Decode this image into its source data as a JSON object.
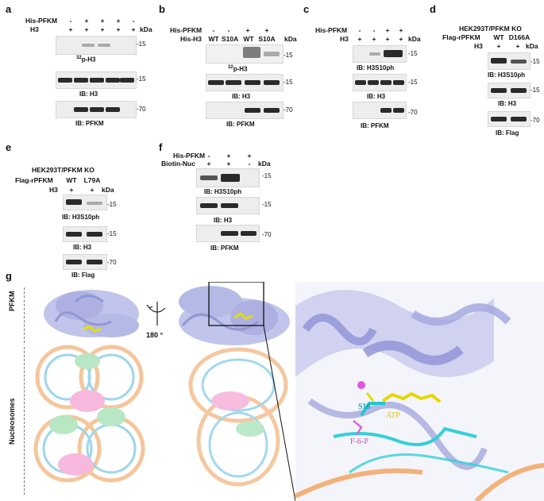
{
  "panels": {
    "a": {
      "label": "a",
      "rows": [
        {
          "name": "His-PFKM",
          "vals": [
            "-",
            "+",
            "+",
            "+",
            "-"
          ]
        },
        {
          "name": "H3",
          "vals": [
            "+",
            "+",
            "+",
            "+",
            "+"
          ]
        }
      ],
      "kda": "kDa",
      "blots": [
        {
          "caption_pre": "",
          "caption_sup": "32",
          "caption": "p-H3",
          "marker": "-15"
        },
        {
          "caption_pre": "IB: H3",
          "caption_sup": "",
          "caption": "",
          "marker": "-15"
        },
        {
          "caption_pre": "IB: PFKM",
          "caption_sup": "",
          "caption": "",
          "marker": "-70"
        }
      ]
    },
    "b": {
      "label": "b",
      "rows": [
        {
          "name": "His-PFKM",
          "vals": [
            "-",
            "-",
            "+",
            "+"
          ]
        },
        {
          "name": "His-H3",
          "vals": [
            "WT",
            "S10A",
            "WT",
            "S10A"
          ]
        }
      ],
      "kda": "kDa",
      "blots": [
        {
          "caption_sup": "32",
          "caption": "p-H3",
          "marker": "-15"
        },
        {
          "caption": "IB: H3",
          "marker": "-15"
        },
        {
          "caption": "IB: PFKM",
          "marker": "-70"
        }
      ]
    },
    "c": {
      "label": "c",
      "rows": [
        {
          "name": "His-PFKM",
          "vals": [
            "-",
            "-",
            "+",
            "+"
          ]
        },
        {
          "name": "H3",
          "vals": [
            "+",
            "+",
            "+",
            "+"
          ]
        }
      ],
      "kda": "kDa",
      "blots": [
        {
          "caption": "IB: H3S10ph",
          "marker": "-15"
        },
        {
          "caption": "IB: H3",
          "marker": "-15"
        },
        {
          "caption": "IB: PFKM",
          "marker": "-70"
        }
      ]
    },
    "d": {
      "label": "d",
      "header": "HEK293T/PFKM KO",
      "rows": [
        {
          "name": "Flag-rPFKM",
          "vals": [
            "WT",
            "D166A"
          ]
        },
        {
          "name": "H3",
          "vals": [
            "+",
            "+"
          ]
        }
      ],
      "kda": "kDa",
      "blots": [
        {
          "caption": "IB: H3S10ph",
          "marker": "-15"
        },
        {
          "caption": "IB: H3",
          "marker": "-15"
        },
        {
          "caption": "IB: Flag",
          "marker": "-70"
        }
      ]
    },
    "e": {
      "label": "e",
      "header": "HEK293T/PFKM KO",
      "rows": [
        {
          "name": "Flag-rPFKM",
          "vals": [
            "WT",
            "L79A"
          ]
        },
        {
          "name": "H3",
          "vals": [
            "+",
            "+"
          ]
        }
      ],
      "kda": "kDa",
      "blots": [
        {
          "caption": "IB: H3S10ph",
          "marker": "-15"
        },
        {
          "caption": "IB: H3",
          "marker": "-15"
        },
        {
          "caption": "IB: Flag",
          "marker": "-70"
        }
      ]
    },
    "f": {
      "label": "f",
      "rows": [
        {
          "name": "His-PFKM",
          "vals": [
            "-",
            "+",
            "+"
          ]
        },
        {
          "name": "Biotin-Nuc",
          "vals": [
            "+",
            "+",
            "-"
          ]
        }
      ],
      "kda": "kDa",
      "blots": [
        {
          "caption": "IB: H3S10ph",
          "marker": "-15"
        },
        {
          "caption": "IB: H3",
          "marker": "-15"
        },
        {
          "caption": "IB: PFKM",
          "marker": "-70"
        }
      ]
    },
    "g": {
      "label": "g",
      "side_top": "PFKM",
      "side_bottom": "Nucleosomes",
      "rotation": "180 °",
      "labels": {
        "s10": "S10",
        "atp": "ATP",
        "f6p": "F-6-P"
      }
    }
  }
}
